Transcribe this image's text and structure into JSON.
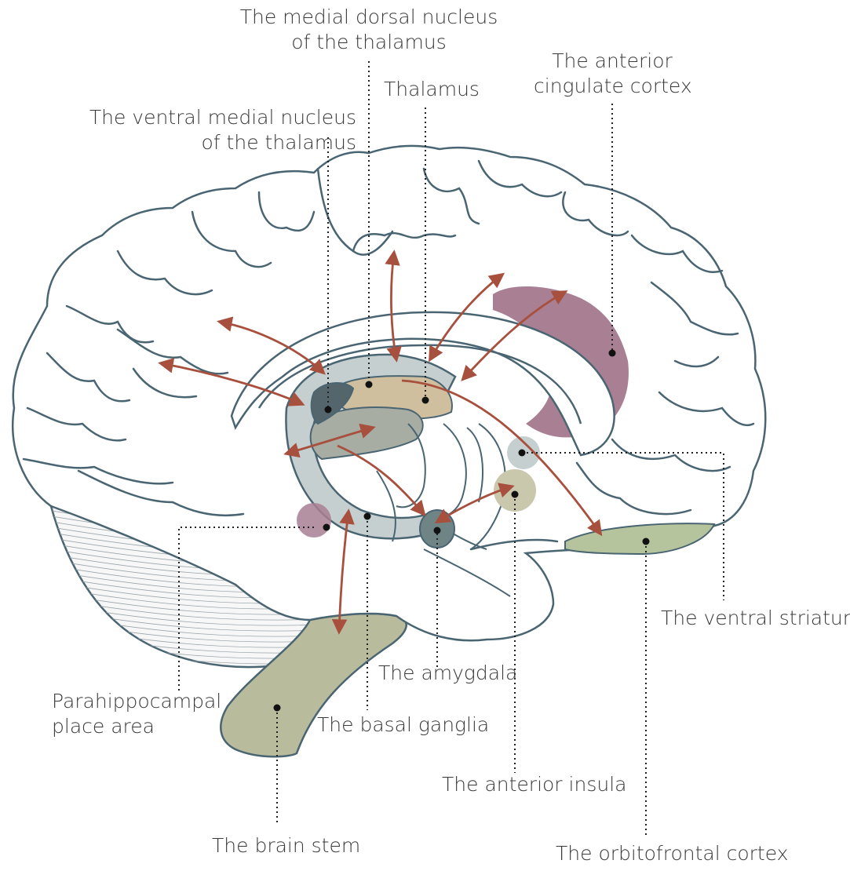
{
  "labels": {
    "medial_dorsal": [
      "The medial dorsal nucleus",
      "of the thalamus"
    ],
    "thalamus": [
      "Thalamus"
    ],
    "anterior_cingulate": [
      "The anterior",
      "cingulate cortex"
    ],
    "ventral_medial": [
      "The ventral medial nucleus",
      "of the thalamus"
    ],
    "ventral_striatum": [
      "The ventral striatum"
    ],
    "amygdala": [
      "The amygdala"
    ],
    "parahippocampal": [
      "Parahippocampal",
      "place area"
    ],
    "basal_ganglia": [
      "The basal ganglia"
    ],
    "anterior_insula": [
      "The anterior insula"
    ],
    "brain_stem": [
      "The brain stem"
    ],
    "orbitofrontal": [
      "The orbitofrontal cortex"
    ]
  },
  "colors": {
    "outline": "#4a6572",
    "arrow": "#a8503e",
    "leader": "#222222",
    "region_green": "#b9bb9d",
    "region_purple": "#a87f93",
    "region_grey": "#c6cfcf",
    "region_dark": "#54666c",
    "region_tan": "#cfbf9f",
    "orbitofrontal_green": "#b5c49d"
  }
}
